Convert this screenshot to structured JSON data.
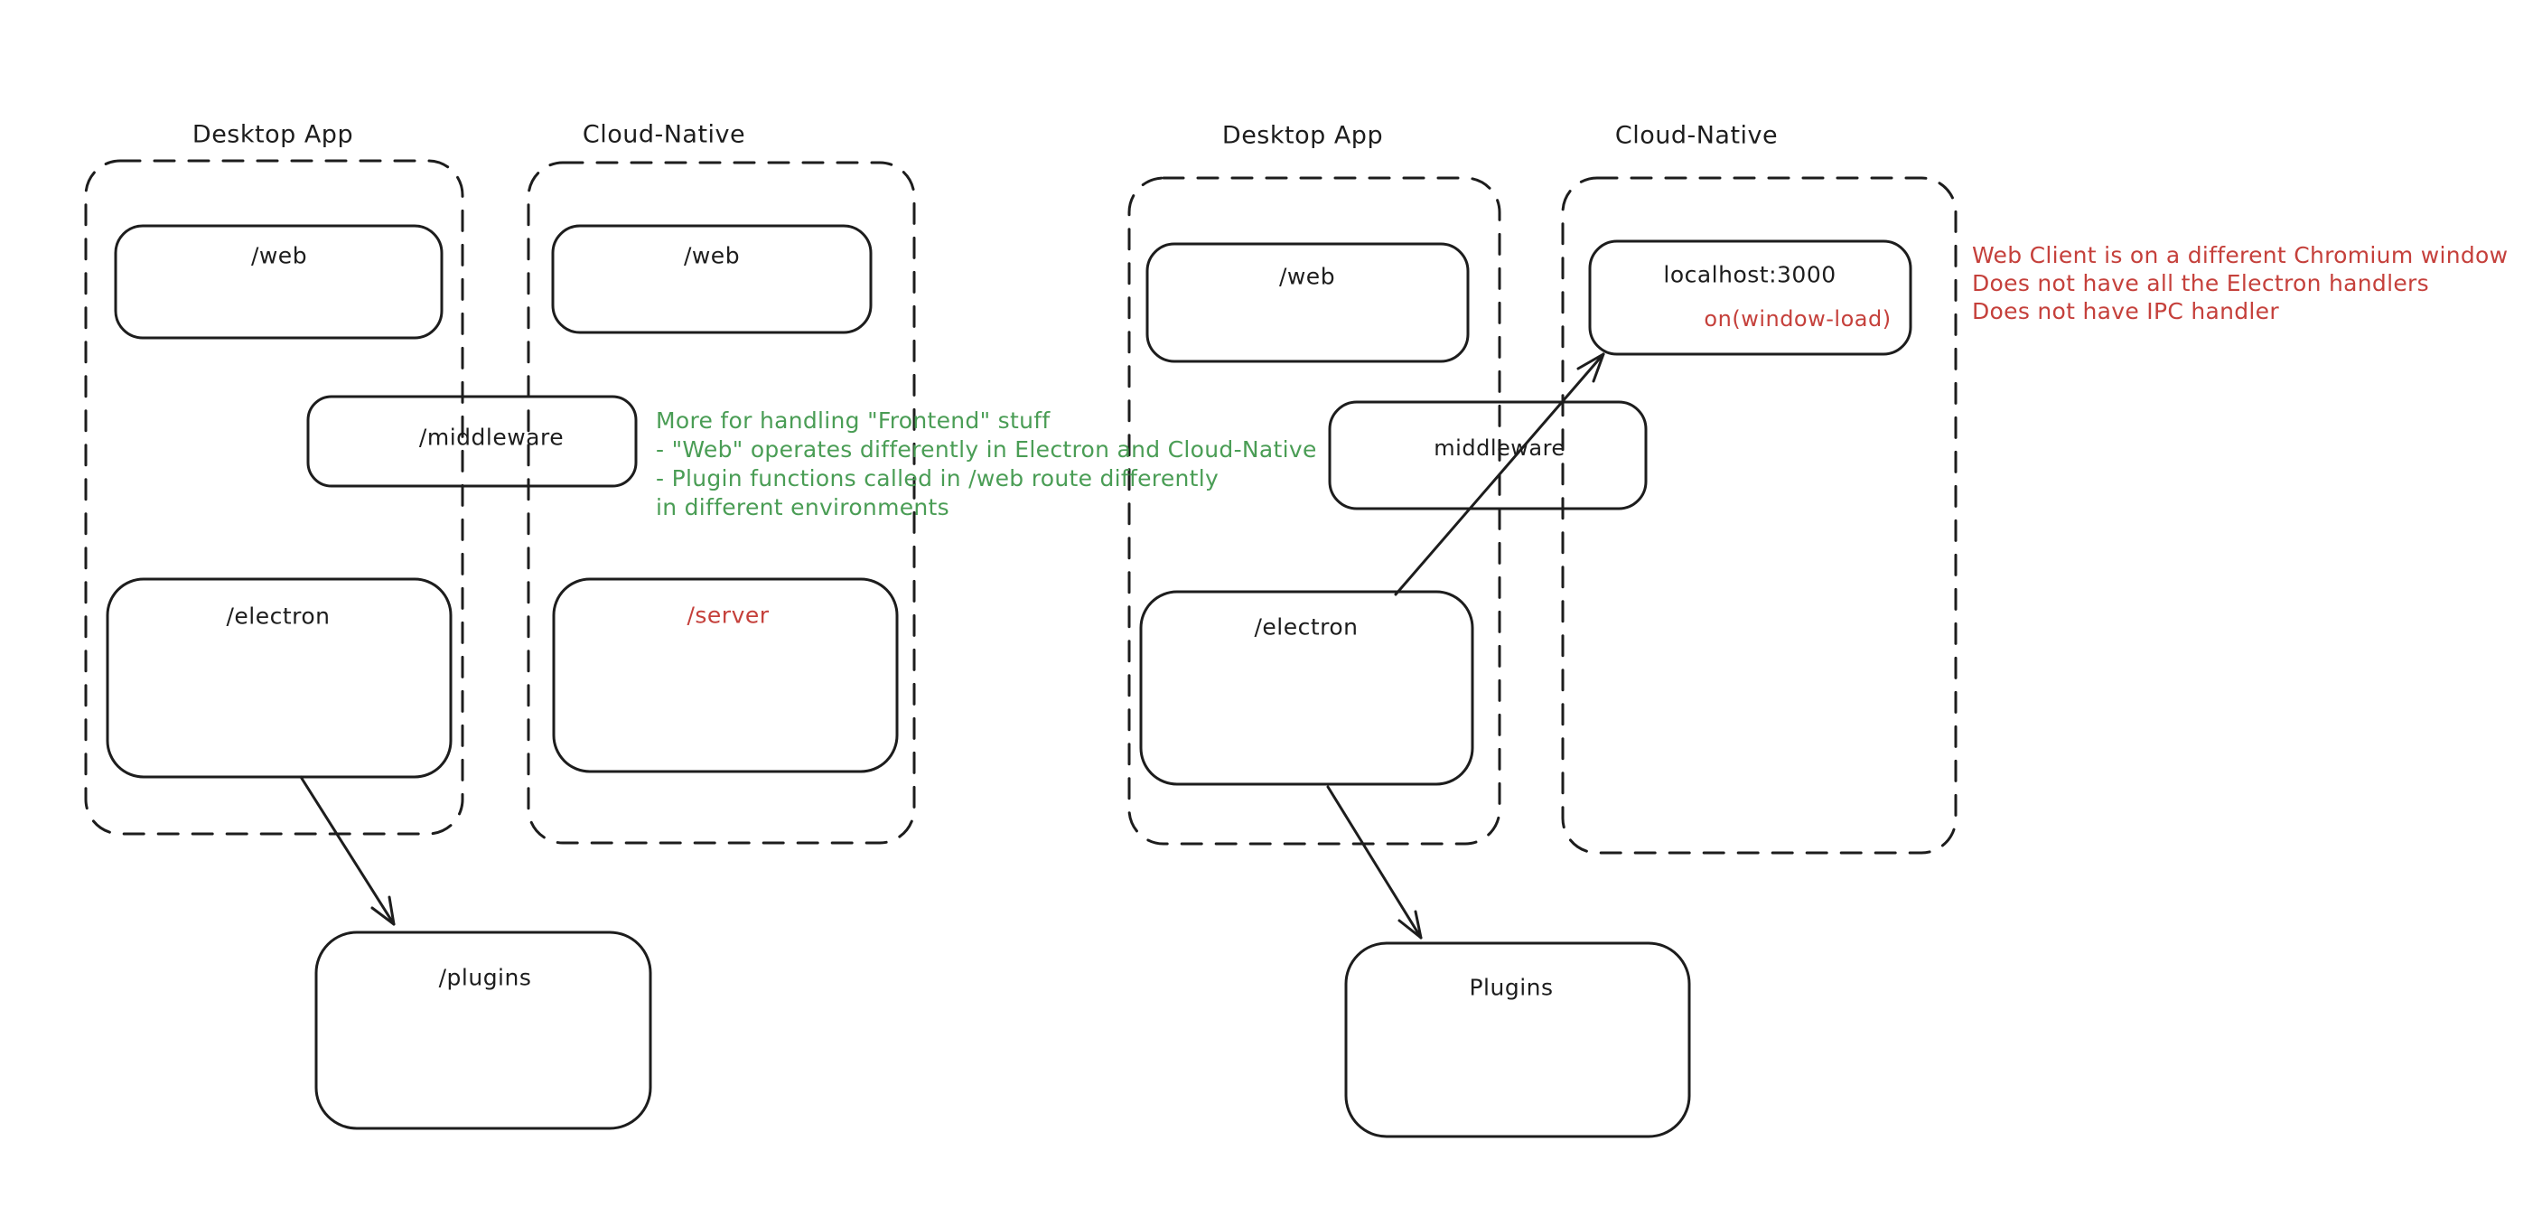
{
  "left": {
    "desktop_title": "Desktop App",
    "cloud_title": "Cloud-Native",
    "web_desktop": "/web",
    "web_cloud": "/web",
    "middleware": "/middleware",
    "electron": "/electron",
    "server": "/server",
    "plugins": "/plugins",
    "note_lines": [
      "More for handling \"Frontend\" stuff",
      "- \"Web\" operates differently in Electron and Cloud-Native",
      "- Plugin functions called in /web route differently",
      "in different environments"
    ]
  },
  "right": {
    "desktop_title": "Desktop App",
    "cloud_title": "Cloud-Native",
    "web": "/web",
    "localhost": "localhost:3000",
    "window_load": "on(window-load)",
    "middleware": "middleware",
    "electron": "/electron",
    "plugins": "Plugins",
    "note_lines": [
      "Web Client is on a different Chromium window",
      "Does not have all the Electron handlers",
      "Does not have IPC handler"
    ]
  },
  "colors": {
    "ink": "#1d1d1d",
    "red": "#c5403b",
    "green": "#4a9d55"
  }
}
